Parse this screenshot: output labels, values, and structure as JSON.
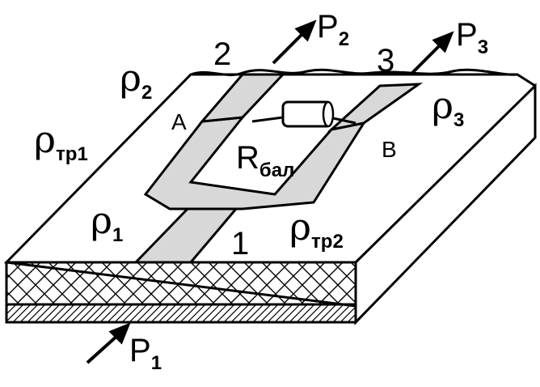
{
  "diagram": {
    "ports": {
      "p1": {
        "symbol": "P",
        "sub": "1"
      },
      "p2": {
        "symbol": "P",
        "sub": "2"
      },
      "p3": {
        "symbol": "P",
        "sub": "3"
      }
    },
    "arm_numbers": {
      "arm1": "1",
      "arm2": "2",
      "arm3": "3"
    },
    "points": {
      "a": "A",
      "b": "B"
    },
    "resistor": {
      "symbol": "R",
      "sub": "бал"
    },
    "impedances": {
      "rho_tr1": {
        "symbol": "ρ",
        "sub": "тр1"
      },
      "rho_tr2": {
        "symbol": "ρ",
        "sub": "тр2"
      },
      "rho1": {
        "symbol": "ρ",
        "sub": "1"
      },
      "rho2": {
        "symbol": "ρ",
        "sub": "2"
      },
      "rho3": {
        "symbol": "ρ",
        "sub": "3"
      }
    },
    "colors": {
      "ink": "#000000",
      "paper": "#ffffff",
      "conductor_fill": "#d8d8d8"
    }
  }
}
